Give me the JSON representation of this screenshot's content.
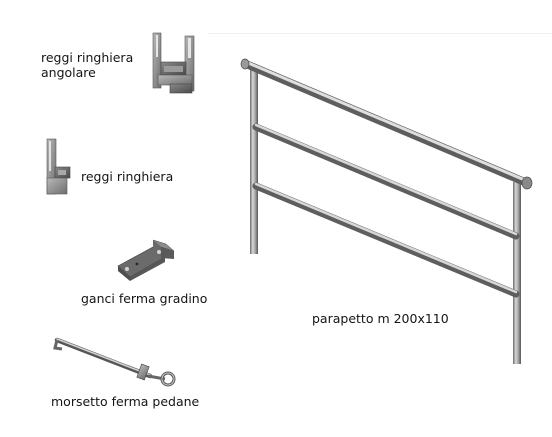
{
  "items": {
    "reggi_ringhiera_angolare": {
      "label_line1": "reggi ringhiera",
      "label_line2": "angolare"
    },
    "reggi_ringhiera": {
      "label": "reggi ringhiera"
    },
    "ganci_ferma_gradino": {
      "label": "ganci ferma gradino"
    },
    "morsetto_ferma_pedane": {
      "label": "morsetto ferma pedane"
    },
    "parapetto": {
      "label": "parapetto m 200x110"
    }
  },
  "colors": {
    "background": "#ffffff",
    "metal_light": "#d2d2d2",
    "metal_mid": "#9a9a9a",
    "metal_dark": "#5c5c5c",
    "text": "#151515"
  }
}
